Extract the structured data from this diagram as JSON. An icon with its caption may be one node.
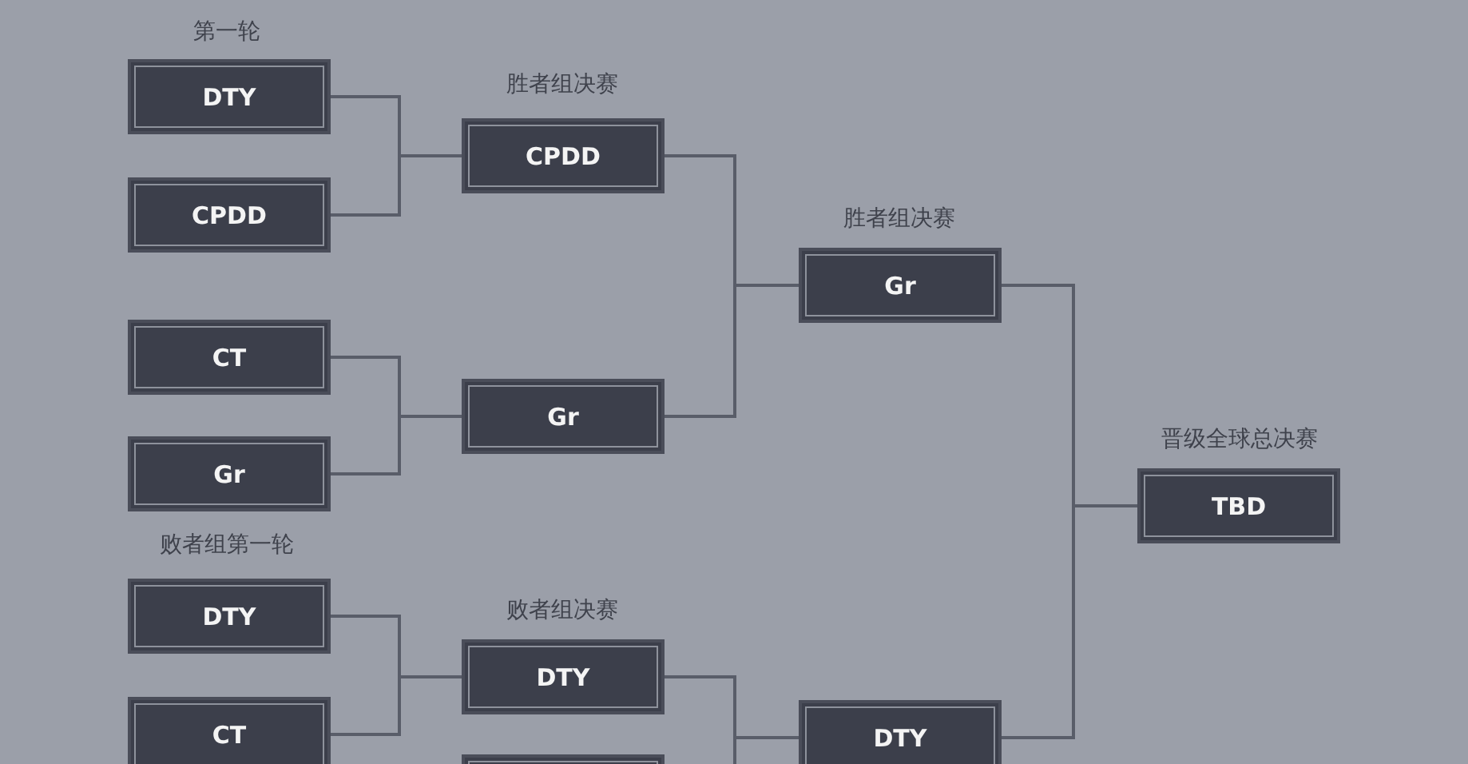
{
  "diagram": {
    "nodes": [
      {
        "text": [
          "DTY"
        ]
      },
      {
        "text": [
          "CPDD"
        ]
      },
      {
        "text": [
          "CPDD"
        ]
      },
      {
        "text": [
          "Gr"
        ]
      },
      {
        "text": [
          "CT"
        ]
      },
      {
        "text": [
          "Gr"
        ]
      },
      {
        "text": [
          "Gr"
        ]
      },
      {
        "text": [
          "TBD"
        ]
      },
      {
        "text": [
          "DTY"
        ]
      },
      {
        "text": [
          "DTY"
        ]
      },
      {
        "text": [
          "CT"
        ]
      },
      {
        "text": [],
        "shape": "box"
      },
      {
        "text": [
          "DTY"
        ]
      }
    ],
    "edges": [
      {
        "from": 0,
        "to": 2,
        "arrow": "none"
      },
      {
        "from": 1,
        "to": 2,
        "arrow": "none"
      },
      {
        "from": 4,
        "to": 6,
        "arrow": "none"
      },
      {
        "from": 5,
        "to": 6,
        "arrow": "none"
      },
      {
        "from": 2,
        "to": 3,
        "arrow": "none"
      },
      {
        "from": 6,
        "to": 3,
        "arrow": "none"
      },
      {
        "from": 3,
        "to": 7,
        "arrow": "none"
      },
      {
        "from": 12,
        "to": 7,
        "arrow": "none"
      },
      {
        "from": 8,
        "to": 9,
        "arrow": "none"
      },
      {
        "from": 10,
        "to": 9,
        "arrow": "none"
      },
      {
        "from": 9,
        "to": 12,
        "arrow": "none"
      },
      {
        "from": 11,
        "to": 12,
        "arrow": "none"
      }
    ],
    "labels": [
      "第一轮",
      "胜者组决赛",
      "胜者组决赛",
      "晋级全球总决赛",
      "败者组第一轮",
      "败者组决赛"
    ]
  }
}
